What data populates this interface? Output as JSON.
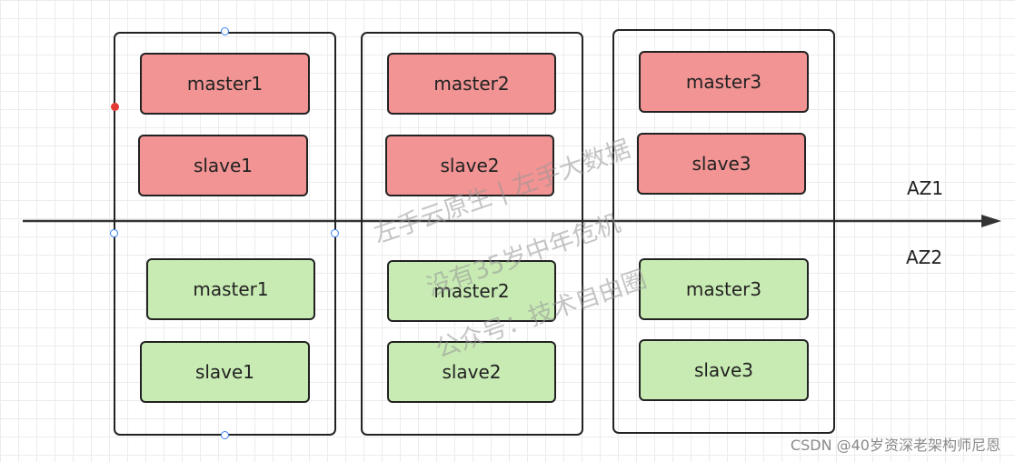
{
  "diagram": {
    "zones": [
      {
        "label": "AZ1"
      },
      {
        "label": "AZ2"
      }
    ],
    "groups": [
      {
        "az1": [
          {
            "label": "master1"
          },
          {
            "label": "slave1"
          }
        ],
        "az2": [
          {
            "label": "master1"
          },
          {
            "label": "slave1"
          }
        ]
      },
      {
        "az1": [
          {
            "label": "master2"
          },
          {
            "label": "slave2"
          }
        ],
        "az2": [
          {
            "label": "master2"
          },
          {
            "label": "slave2"
          }
        ]
      },
      {
        "az1": [
          {
            "label": "master3"
          },
          {
            "label": "slave3"
          }
        ],
        "az2": [
          {
            "label": "master3"
          },
          {
            "label": "slave3"
          }
        ]
      }
    ],
    "colors": {
      "az1_fill": "#f19493",
      "az2_fill": "#c8ebb3",
      "stroke": "#222222"
    }
  },
  "watermark": {
    "line1": "左手云原生 | 左手大数据",
    "line2": "没有35岁中年危机",
    "line3": "公众号：技术自由圈"
  },
  "footer": {
    "credit": "CSDN @40岁资深老架构师尼恩"
  }
}
